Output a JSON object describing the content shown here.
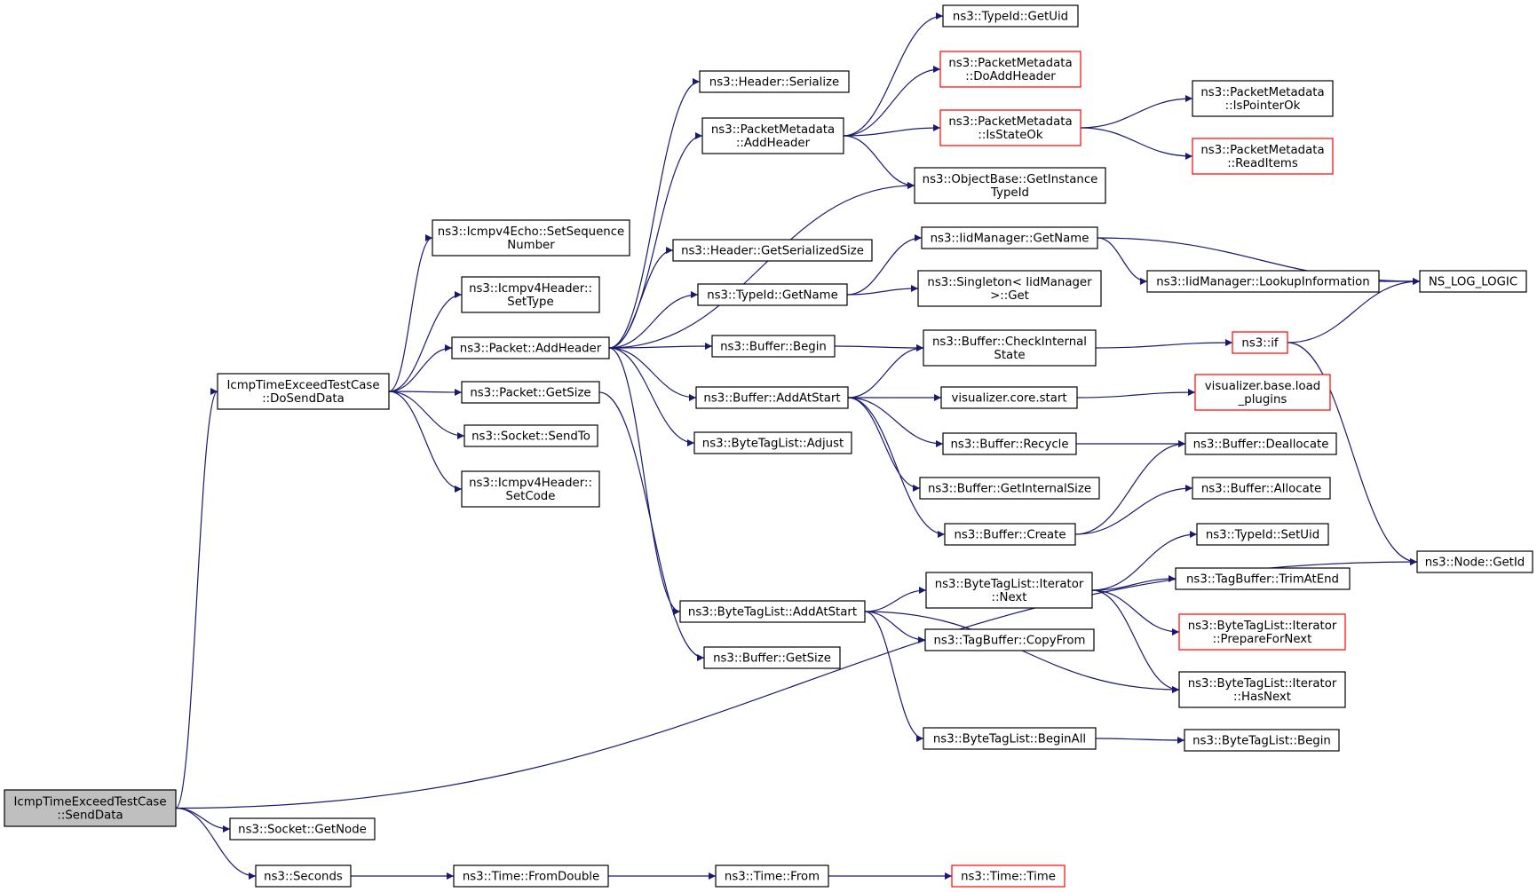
{
  "colors": {
    "edge": "#191970",
    "node_border": "#000000",
    "node_border_undocumented": "#ff0000",
    "root_fill": "#bfbfbf",
    "node_fill": "#ffffff"
  },
  "nodes": [
    {
      "id": "senddata",
      "lines": [
        "IcmpTimeExceedTestCase",
        "::SendData"
      ],
      "style": "root"
    },
    {
      "id": "dosenddata",
      "lines": [
        "IcmpTimeExceedTestCase",
        "::DoSendData"
      ],
      "style": "normal"
    },
    {
      "id": "setseq",
      "lines": [
        "ns3::Icmpv4Echo::SetSequence",
        "Number"
      ],
      "style": "normal"
    },
    {
      "id": "settype",
      "lines": [
        "ns3::Icmpv4Header::",
        "SetType"
      ],
      "style": "normal"
    },
    {
      "id": "pktaddheader",
      "lines": [
        "ns3::Packet::AddHeader"
      ],
      "style": "normal"
    },
    {
      "id": "pktgetsize",
      "lines": [
        "ns3::Packet::GetSize"
      ],
      "style": "normal"
    },
    {
      "id": "socksendto",
      "lines": [
        "ns3::Socket::SendTo"
      ],
      "style": "normal"
    },
    {
      "id": "setcode",
      "lines": [
        "ns3::Icmpv4Header::",
        "SetCode"
      ],
      "style": "normal"
    },
    {
      "id": "hdrserialize",
      "lines": [
        "ns3::Header::Serialize"
      ],
      "style": "normal"
    },
    {
      "id": "pmaddheader",
      "lines": [
        "ns3::PacketMetadata",
        "::AddHeader"
      ],
      "style": "normal"
    },
    {
      "id": "hdrgetsersize",
      "lines": [
        "ns3::Header::GetSerializedSize"
      ],
      "style": "normal"
    },
    {
      "id": "typeidgetname",
      "lines": [
        "ns3::TypeId::GetName"
      ],
      "style": "normal"
    },
    {
      "id": "bufbegin",
      "lines": [
        "ns3::Buffer::Begin"
      ],
      "style": "normal"
    },
    {
      "id": "bufaddatstart",
      "lines": [
        "ns3::Buffer::AddAtStart"
      ],
      "style": "normal"
    },
    {
      "id": "btladjust",
      "lines": [
        "ns3::ByteTagList::Adjust"
      ],
      "style": "normal"
    },
    {
      "id": "btladdatstart",
      "lines": [
        "ns3::ByteTagList::AddAtStart"
      ],
      "style": "normal"
    },
    {
      "id": "bufgetsize",
      "lines": [
        "ns3::Buffer::GetSize"
      ],
      "style": "normal"
    },
    {
      "id": "typeidgetuid",
      "lines": [
        "ns3::TypeId::GetUid"
      ],
      "style": "normal"
    },
    {
      "id": "pmdoaddheader",
      "lines": [
        "ns3::PacketMetadata",
        "::DoAddHeader"
      ],
      "style": "red"
    },
    {
      "id": "pmisstateok",
      "lines": [
        "ns3::PacketMetadata",
        "::IsStateOk"
      ],
      "style": "red"
    },
    {
      "id": "objgetinst",
      "lines": [
        "ns3::ObjectBase::GetInstance",
        "TypeId"
      ],
      "style": "normal"
    },
    {
      "id": "iidgetname",
      "lines": [
        "ns3::IidManager::GetName"
      ],
      "style": "normal"
    },
    {
      "id": "singletonget",
      "lines": [
        "ns3::Singleton< IidManager",
        ">::Get"
      ],
      "style": "normal"
    },
    {
      "id": "bufcheckint",
      "lines": [
        "ns3::Buffer::CheckInternal",
        "State"
      ],
      "style": "normal"
    },
    {
      "id": "viscorestart",
      "lines": [
        "visualizer.core.start"
      ],
      "style": "normal"
    },
    {
      "id": "bufrecycle",
      "lines": [
        "ns3::Buffer::Recycle"
      ],
      "style": "normal"
    },
    {
      "id": "bufgetintsize",
      "lines": [
        "ns3::Buffer::GetInternalSize"
      ],
      "style": "normal"
    },
    {
      "id": "bufcreate",
      "lines": [
        "ns3::Buffer::Create"
      ],
      "style": "normal"
    },
    {
      "id": "btlitnext",
      "lines": [
        "ns3::ByteTagList::Iterator",
        "::Next"
      ],
      "style": "normal"
    },
    {
      "id": "tagbufcopyfrom",
      "lines": [
        "ns3::TagBuffer::CopyFrom"
      ],
      "style": "normal"
    },
    {
      "id": "btlbeginall",
      "lines": [
        "ns3::ByteTagList::BeginAll"
      ],
      "style": "normal"
    },
    {
      "id": "pmispointerok",
      "lines": [
        "ns3::PacketMetadata",
        "::IsPointerOk"
      ],
      "style": "normal"
    },
    {
      "id": "pmreaditems",
      "lines": [
        "ns3::PacketMetadata",
        "::ReadItems"
      ],
      "style": "red"
    },
    {
      "id": "iidlookup",
      "lines": [
        "ns3::IidManager::LookupInformation"
      ],
      "style": "normal"
    },
    {
      "id": "nslog",
      "lines": [
        "NS_LOG_LOGIC"
      ],
      "style": "normal"
    },
    {
      "id": "ns3if",
      "lines": [
        "ns3::if"
      ],
      "style": "red"
    },
    {
      "id": "visloadplugins",
      "lines": [
        "visualizer.base.load",
        "_plugins"
      ],
      "style": "red"
    },
    {
      "id": "bufdealloc",
      "lines": [
        "ns3::Buffer::Deallocate"
      ],
      "style": "normal"
    },
    {
      "id": "bufalloc",
      "lines": [
        "ns3::Buffer::Allocate"
      ],
      "style": "normal"
    },
    {
      "id": "typeidsetuid",
      "lines": [
        "ns3::TypeId::SetUid"
      ],
      "style": "normal"
    },
    {
      "id": "tagbuftrim",
      "lines": [
        "ns3::TagBuffer::TrimAtEnd"
      ],
      "style": "normal"
    },
    {
      "id": "btlprepare",
      "lines": [
        "ns3::ByteTagList::Iterator",
        "::PrepareForNext"
      ],
      "style": "red"
    },
    {
      "id": "btlhasnext",
      "lines": [
        "ns3::ByteTagList::Iterator",
        "::HasNext"
      ],
      "style": "normal"
    },
    {
      "id": "btlbegin",
      "lines": [
        "ns3::ByteTagList::Begin"
      ],
      "style": "normal"
    },
    {
      "id": "nodegetid",
      "lines": [
        "ns3::Node::GetId"
      ],
      "style": "normal"
    },
    {
      "id": "sockgetnode",
      "lines": [
        "ns3::Socket::GetNode"
      ],
      "style": "normal"
    },
    {
      "id": "seconds",
      "lines": [
        "ns3::Seconds"
      ],
      "style": "normal"
    },
    {
      "id": "timefromdouble",
      "lines": [
        "ns3::Time::FromDouble"
      ],
      "style": "normal"
    },
    {
      "id": "timefrom",
      "lines": [
        "ns3::Time::From"
      ],
      "style": "normal"
    },
    {
      "id": "timetime",
      "lines": [
        "ns3::Time::Time"
      ],
      "style": "red"
    }
  ],
  "edges": [
    [
      "senddata",
      "dosenddata"
    ],
    [
      "senddata",
      "nodegetid"
    ],
    [
      "senddata",
      "sockgetnode"
    ],
    [
      "senddata",
      "seconds"
    ],
    [
      "dosenddata",
      "setseq"
    ],
    [
      "dosenddata",
      "settype"
    ],
    [
      "dosenddata",
      "pktaddheader"
    ],
    [
      "dosenddata",
      "pktgetsize"
    ],
    [
      "dosenddata",
      "socksendto"
    ],
    [
      "dosenddata",
      "setcode"
    ],
    [
      "pktaddheader",
      "hdrserialize"
    ],
    [
      "pktaddheader",
      "pmaddheader"
    ],
    [
      "pktaddheader",
      "objgetinst"
    ],
    [
      "pktaddheader",
      "hdrgetsersize"
    ],
    [
      "pktaddheader",
      "typeidgetname"
    ],
    [
      "pktaddheader",
      "bufbegin"
    ],
    [
      "pktaddheader",
      "bufaddatstart"
    ],
    [
      "pktaddheader",
      "btladjust"
    ],
    [
      "pktaddheader",
      "btladdatstart"
    ],
    [
      "pktgetsize",
      "bufgetsize"
    ],
    [
      "pmaddheader",
      "typeidgetuid"
    ],
    [
      "pmaddheader",
      "pmdoaddheader"
    ],
    [
      "pmaddheader",
      "pmisstateok"
    ],
    [
      "pmaddheader",
      "objgetinst"
    ],
    [
      "pmisstateok",
      "pmispointerok"
    ],
    [
      "pmisstateok",
      "pmreaditems"
    ],
    [
      "typeidgetname",
      "iidgetname"
    ],
    [
      "typeidgetname",
      "singletonget"
    ],
    [
      "iidgetname",
      "iidlookup"
    ],
    [
      "iidgetname",
      "nslog"
    ],
    [
      "iidlookup",
      "nslog"
    ],
    [
      "bufbegin",
      "bufcheckint"
    ],
    [
      "bufaddatstart",
      "bufcheckint"
    ],
    [
      "bufaddatstart",
      "viscorestart"
    ],
    [
      "bufaddatstart",
      "bufrecycle"
    ],
    [
      "bufaddatstart",
      "bufgetintsize"
    ],
    [
      "bufaddatstart",
      "bufcreate"
    ],
    [
      "bufcheckint",
      "ns3if"
    ],
    [
      "ns3if",
      "nslog"
    ],
    [
      "ns3if",
      "nodegetid"
    ],
    [
      "viscorestart",
      "visloadplugins"
    ],
    [
      "bufrecycle",
      "bufdealloc"
    ],
    [
      "bufcreate",
      "bufdealloc"
    ],
    [
      "bufcreate",
      "bufalloc"
    ],
    [
      "btladdatstart",
      "btlitnext"
    ],
    [
      "btladdatstart",
      "tagbufcopyfrom"
    ],
    [
      "btladdatstart",
      "btlhasnext"
    ],
    [
      "btladdatstart",
      "btlbeginall"
    ],
    [
      "btlitnext",
      "typeidsetuid"
    ],
    [
      "btlitnext",
      "tagbuftrim"
    ],
    [
      "btlitnext",
      "btlprepare"
    ],
    [
      "btlitnext",
      "btlhasnext"
    ],
    [
      "btlbeginall",
      "btlbegin"
    ],
    [
      "seconds",
      "timefromdouble"
    ],
    [
      "timefromdouble",
      "timefrom"
    ],
    [
      "timefrom",
      "timetime"
    ]
  ]
}
